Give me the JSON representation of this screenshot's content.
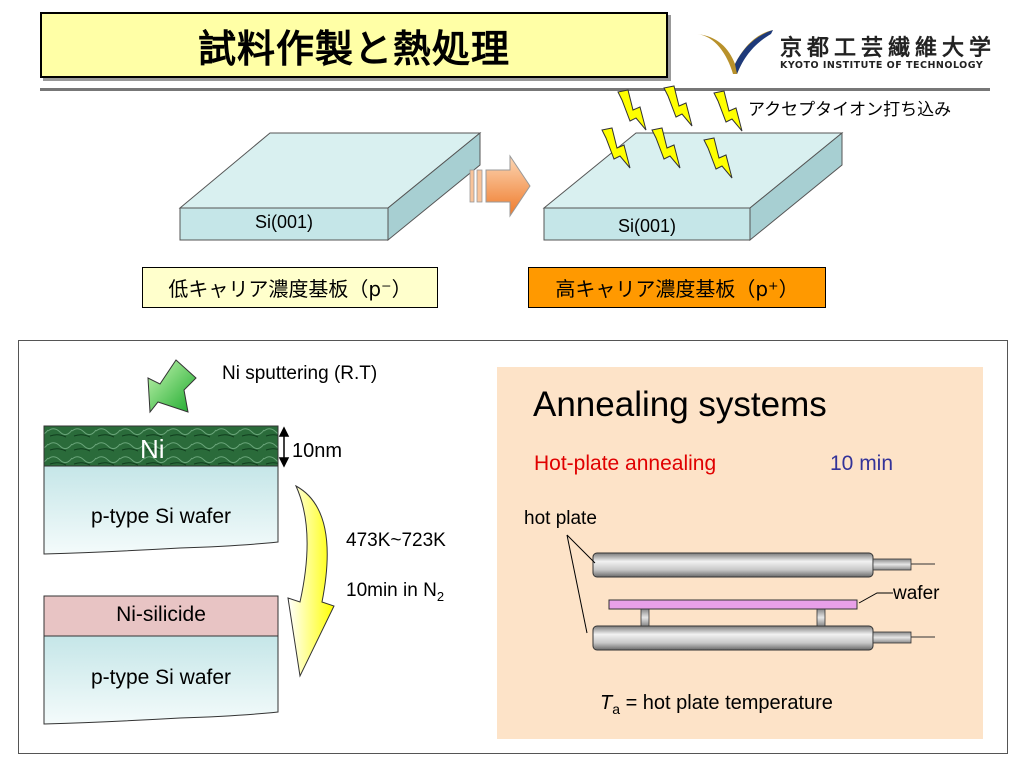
{
  "header": {
    "title": "試料作製と熱処理",
    "logo_jp": "京都工芸繊維大学",
    "logo_en": "KYOTO INSTITUTE OF TECHNOLOGY"
  },
  "top": {
    "wafer_left_label": "Si(001)",
    "wafer_right_label": "Si(001)",
    "ion_implant": "アクセプタイオン打ち込み",
    "substrate_low": "低キャリア濃度基板（p⁻）",
    "substrate_high": "高キャリア濃度基板（p⁺）"
  },
  "process": {
    "sputter_label": "Ni sputtering  (R.T)",
    "ni_layer": "Ni",
    "ni_thickness": "10nm",
    "wafer_before": "p-type Si wafer",
    "temp_range": "473K~723K",
    "anneal_time": "10min in N",
    "anneal_gas_sub": "2",
    "silicide_layer": "Ni-silicide",
    "wafer_after": "p-type Si wafer"
  },
  "annealing": {
    "title": "Annealing systems",
    "method": "Hot-plate annealing",
    "duration": "10 min",
    "hot_plate_label": "hot plate",
    "wafer_label": "wafer",
    "ta_symbol": "T",
    "ta_sub": "a",
    "ta_desc": " = hot plate temperature"
  },
  "colors": {
    "title_bg": "#ffffa6",
    "substrate_low_bg": "#ffffcc",
    "substrate_high_bg": "#ff9900",
    "wafer_top": "#d9f0f0",
    "wafer_front": "#c5e6e8",
    "ni_layer": "#2a6b3a",
    "silicide": "#e8c4c4",
    "panel_bg": "#fde3c8",
    "method_red": "#e00000",
    "duration_blue": "#333399",
    "wafer_pink": "#e8a0e8",
    "lightning": "#ffff00"
  }
}
